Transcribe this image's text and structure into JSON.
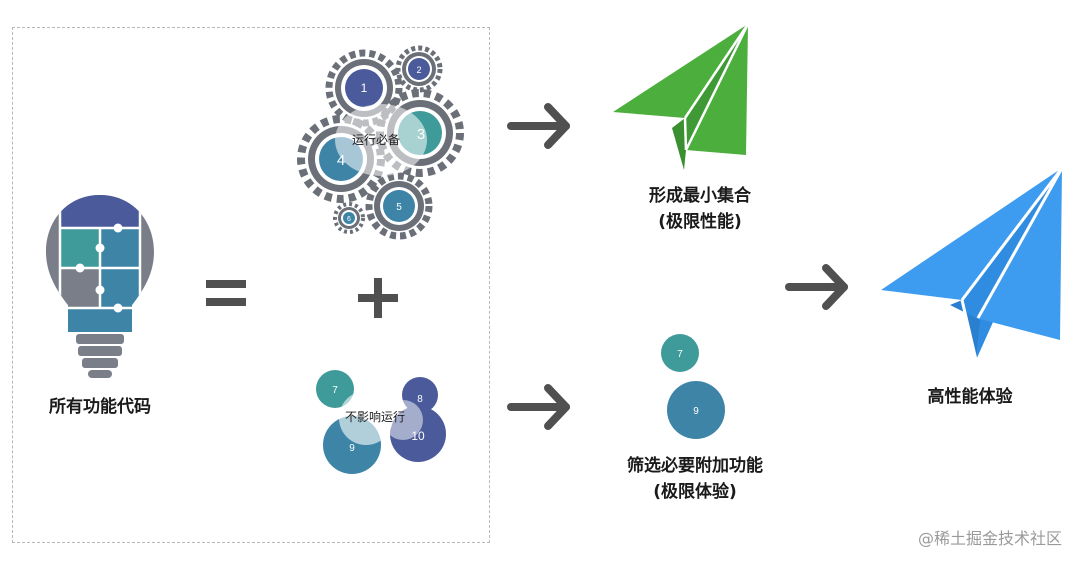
{
  "left": {
    "bulb_label": "所有功能代码",
    "equals_symbol": "=",
    "plus_symbol": "+",
    "gears": {
      "group_label": "运行必备",
      "numbers": [
        "1",
        "2",
        "3",
        "4",
        "5",
        "6"
      ]
    },
    "bubbles": {
      "group_label": "不影响运行",
      "numbers": [
        "7",
        "8",
        "9",
        "10"
      ]
    }
  },
  "top_path": {
    "label_line1": "形成最小集合",
    "label_line2": "(极限性能)"
  },
  "bottom_path": {
    "numbers": [
      "7",
      "9"
    ],
    "label_line1": "筛选必要附加功能",
    "label_line2": "(极限体验)"
  },
  "result": {
    "label": "高性能体验"
  },
  "watermark": "@稀土掘金技术社区",
  "colors": {
    "navy": "#4a5a9a",
    "teal": "#3f9a9a",
    "blue_teal": "#3d84a6",
    "gear_gray": "#6b6f78",
    "arrow_gray": "#505050",
    "green_plane": "#4cae3c",
    "blue_plane": "#3d9bf0"
  }
}
